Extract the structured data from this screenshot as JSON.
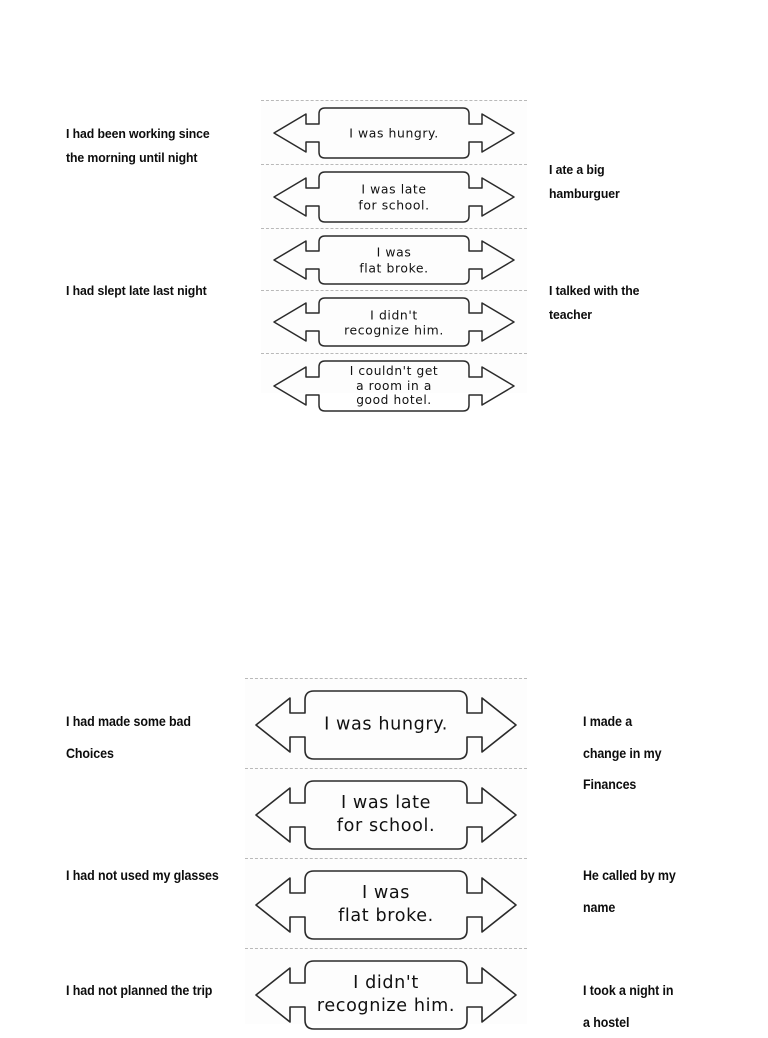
{
  "page": {
    "background": "#ffffff",
    "ink_color": "#111111",
    "dash_color": "#b9b9b9"
  },
  "groups": [
    {
      "id": "group-1",
      "left_captions": [
        "I had been working since\nthe morning until night",
        "I had slept late last night"
      ],
      "right_captions": [
        "I ate a big\nhamburguer",
        "I talked with the\nteacher"
      ],
      "boxes": [
        {
          "text": "I was hungry.",
          "lines": 1
        },
        {
          "text": "I was late\nfor school.",
          "lines": 2
        },
        {
          "text": "I was\nflat broke.",
          "lines": 2
        },
        {
          "text": "I didn't\nrecognize him.",
          "lines": 2
        },
        {
          "text": "I couldn't get\na room in a\ngood hotel.",
          "lines": 3
        }
      ]
    },
    {
      "id": "group-2",
      "left_captions": [
        "I had made some bad\nChoices",
        "I had not used my glasses",
        "I had not planned the trip"
      ],
      "right_captions": [
        "I made a\nchange in my\nFinances",
        "He called by my\nname",
        "I took a night in\na hostel"
      ],
      "boxes": [
        {
          "text": "I was hungry.",
          "lines": 1
        },
        {
          "text": "I was late\nfor school.",
          "lines": 2
        },
        {
          "text": "I was\nflat broke.",
          "lines": 2
        },
        {
          "text": "I didn't\nrecognize him.",
          "lines": 2
        }
      ]
    }
  ],
  "icons": {
    "left_arrow": "left-arrow-icon",
    "right_arrow": "right-arrow-icon",
    "rounded_box": "rounded-rect-icon"
  }
}
